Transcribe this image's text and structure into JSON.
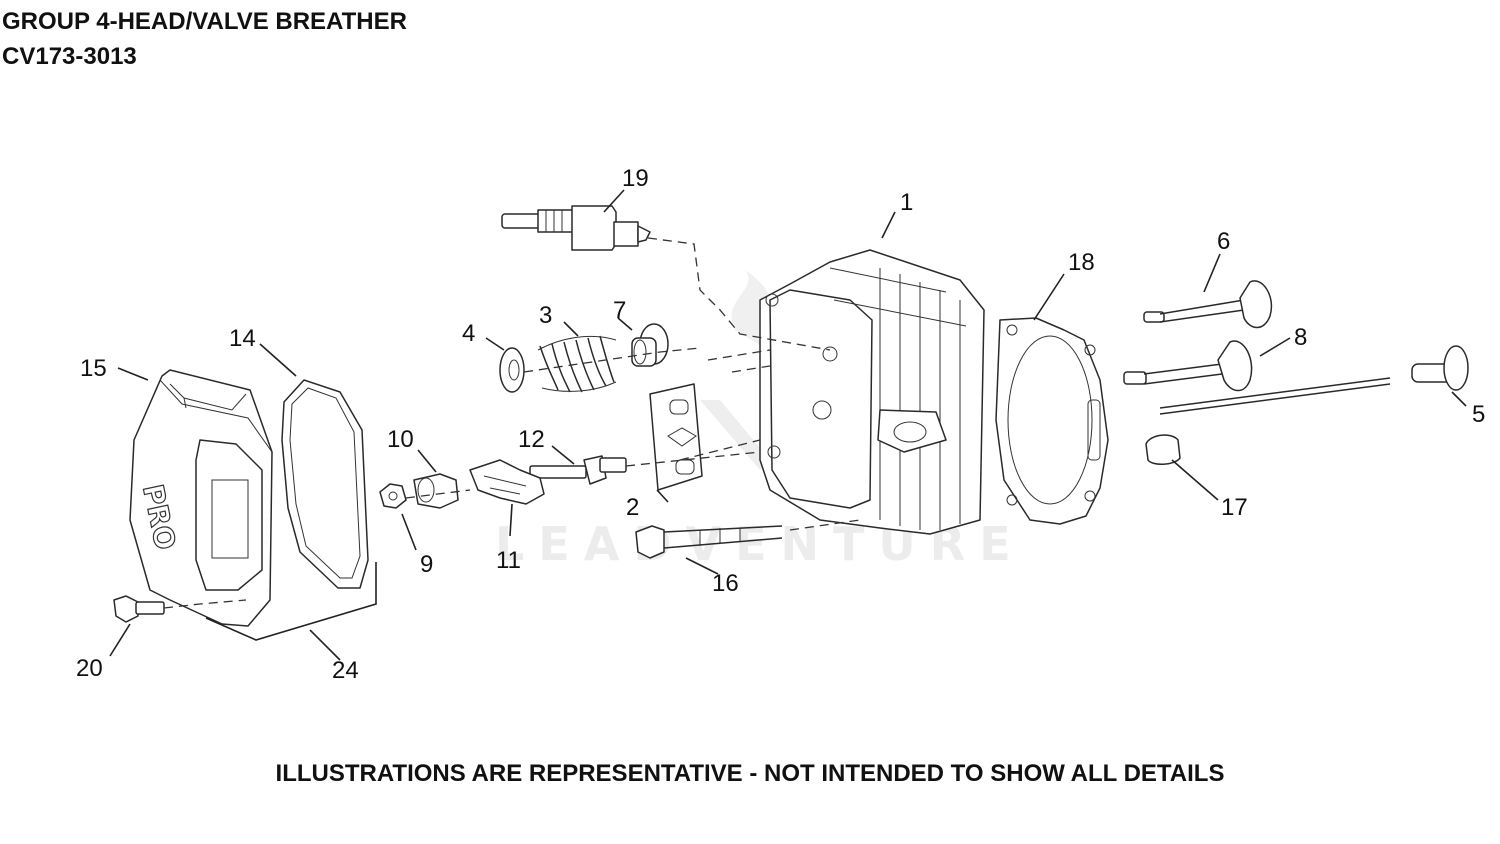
{
  "header": {
    "title": "GROUP 4-HEAD/VALVE BREATHER",
    "model": "CV173-3013"
  },
  "watermark": {
    "text": "LEADVENTURE"
  },
  "diagram": {
    "cover_logo": "PRO",
    "callouts": [
      "1",
      "2",
      "3",
      "4",
      "5",
      "6",
      "7",
      "8",
      "9",
      "10",
      "11",
      "12",
      "14",
      "15",
      "16",
      "17",
      "18",
      "19",
      "20",
      "24"
    ]
  },
  "footer": {
    "note": "ILLUSTRATIONS ARE REPRESENTATIVE - NOT INTENDED TO SHOW ALL DETAILS"
  }
}
